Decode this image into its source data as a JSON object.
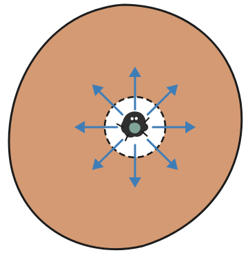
{
  "diagram": {
    "colors": {
      "background": "#ffffff",
      "disc_fill": "#d49a73",
      "outline": "#1c1c1c",
      "center_fill": "#ffffff",
      "arrow": "#3f7db7",
      "creature_body": "#2f2f2f",
      "creature_belly": "#7fa596"
    },
    "elements": {
      "disc": "large-orange-disc",
      "center": "white-center-circle-with-dashed-outline",
      "creature": "small-dark-creature-at-center",
      "arrows": "blue-arrows-pointing-outward",
      "arrow_count": 8
    }
  }
}
